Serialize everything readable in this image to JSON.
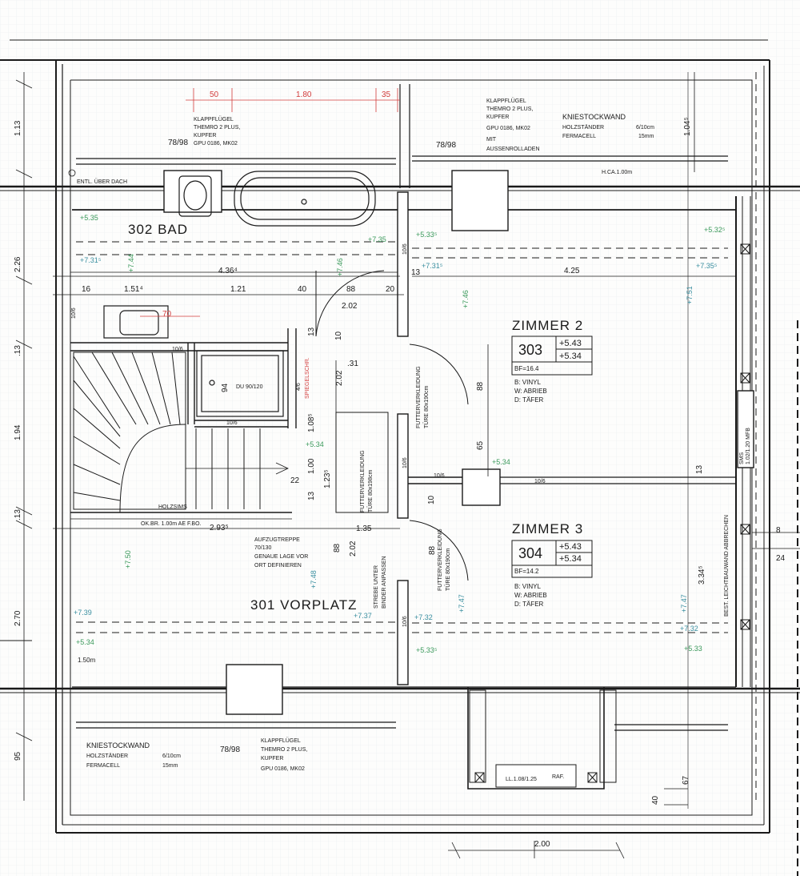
{
  "colors": {
    "ink": "#1a1a1a",
    "green": "#3c9a5c",
    "teal": "#3a8fa0",
    "red": "#d23c3c",
    "grid": "#e4e8ea"
  },
  "rooms": {
    "bad": {
      "name": "302 BAD"
    },
    "vorplatz": {
      "name": "301 VORPLATZ"
    },
    "zimmer2": {
      "name": "ZIMMER 2",
      "number": "303",
      "level_top": "+5.43",
      "level_bottom": "+5.34",
      "bf": "BF=16.4",
      "finishes": [
        "B:  VINYL",
        "W:  ABRIEB",
        "D:  TÄFER"
      ]
    },
    "zimmer3": {
      "name": "ZIMMER 3",
      "number": "304",
      "level_top": "+5.43",
      "level_bottom": "+5.34",
      "bf": "BF=14.2",
      "finishes": [
        "B:  VINYL",
        "W:  ABRIEB",
        "D:  TÄFER"
      ]
    }
  },
  "notes": {
    "klapp_top_left": [
      "KLAPPFLÜGEL",
      "THEMRO 2 PLUS,",
      "KUPFER",
      "GPU 0186, MK02"
    ],
    "klapp_top_right": [
      "KLAPPFLÜGEL",
      "THEMRO 2 PLUS,",
      "KUPFER",
      "GPU 0186, MK02",
      "MIT",
      "AUSSENROLLADEN"
    ],
    "klapp_bottom": [
      "KLAPPFLÜGEL",
      "THEMRO 2 PLUS,",
      "KUPFER",
      "GPU 0186, MK02"
    ],
    "knie_top": {
      "title": "KNIESTOCKWAND",
      "rows": [
        [
          "HOLZSTÄNDER",
          "6/10cm"
        ],
        [
          "FERMACELL",
          "15mm"
        ]
      ]
    },
    "knie_bottom": {
      "title": "KNIESTOCKWAND",
      "rows": [
        [
          "HOLZSTÄNDER",
          "6/10cm"
        ],
        [
          "FERMACELL",
          "15mm"
        ]
      ]
    },
    "window_size_1": "78/98",
    "window_size_2": "78/98",
    "window_size_3": "78/98",
    "hca": "H.CA.1.00m",
    "entl": "ENTL. ÜBER DACH",
    "shower": "DU 90/120",
    "holzsims": "HOLZSIMS",
    "okbr": "OK.BR. 1.00m AE F.BO.",
    "aufzug": [
      "AUFZUGTREPPE",
      "70/130",
      "GENAUE LAGE VOR",
      "ORT DEFINIEREN"
    ],
    "futter1": [
      "FUTTERVERKLEIDUNG",
      "TÜRE 80x190cm"
    ],
    "futter2": [
      "FUTTERVERKLEIDUNG",
      "TÜRE 80x198cm"
    ],
    "futter3": [
      "FUTTERVERKLEIDUNG",
      "TÜRE 80x190cm"
    ],
    "strebe": [
      "STREBE UNTER",
      "BINDER ANPASSEN"
    ],
    "leicht": "BEST. LEICHTBAUWAND ABBRECHEN",
    "mfb": "1.02/1.20  MFB",
    "sms": "SMS",
    "lichtband": "LL.1.08/1.25",
    "raf": "RAF.",
    "vorplatz_h": "1.50m",
    "bad_small": "4/6",
    "spiegel": "SPIEGELSCHR."
  },
  "dims": {
    "left": [
      "1.13",
      "2.26",
      ".13",
      "1.94",
      ".13",
      "2.70",
      "95"
    ],
    "top_red": [
      "50",
      "1.80",
      "35"
    ],
    "bath_row": [
      "16",
      "1.51⁴",
      "1.21",
      "40",
      "88",
      "20"
    ],
    "bath_long": "4.36⁴",
    "room2_width": "4.25",
    "door_202": "2.02",
    "d88a": "88",
    "d65": "65",
    "d88b": "88",
    "d88c": "88",
    "d202b": "2.02",
    "d202c": "2.02",
    "d135": "1.35",
    "d293": "2.93⁵",
    "d31": ".31",
    "d108": "1.08⁵",
    "d100": "1.00",
    "d1235": "1.23⁵",
    "d22": "22",
    "d13a": "13",
    "d13b": "13",
    "d13c": "13",
    "d13d": "13",
    "d10a": "10",
    "d10b": "10",
    "d94": "94",
    "d70": "70",
    "d104": "1.04⁵",
    "d334": "3.34⁵",
    "d8": "8",
    "d24": "24",
    "d67": "67",
    "d40": "40",
    "d200": "2.00",
    "d106a": "10/6",
    "d106b": "10/6",
    "d106c": "10/6",
    "d106d": "10/6",
    "d106e": "10/6",
    "d106f": "10/6",
    "d106g": "10/6",
    "d106h": "10/6"
  },
  "levels": {
    "l535": "+5.35",
    "l7315": "+7.31⁵",
    "l744": "+7.44",
    "l735a": "+7.35",
    "l5335a": "+5.33⁵",
    "l7315b": "+7.31⁵",
    "l746a": "+7.46",
    "l746b": "+7.46",
    "l5325": "+5.32⁵",
    "l7355": "+7.35⁵",
    "l751": "+7.51",
    "l534a": "+5.34",
    "l534b": "+5.34",
    "l750": "+7.50",
    "l748": "+7.48",
    "l737": "+7.37",
    "l732": "+7.32",
    "l747a": "+7.47",
    "l739": "+7.39",
    "l534c": "+5.34",
    "l5335b": "+5.33⁵",
    "l747b": "+7.47",
    "l732b": "+7.32",
    "l533": "+5.33"
  }
}
